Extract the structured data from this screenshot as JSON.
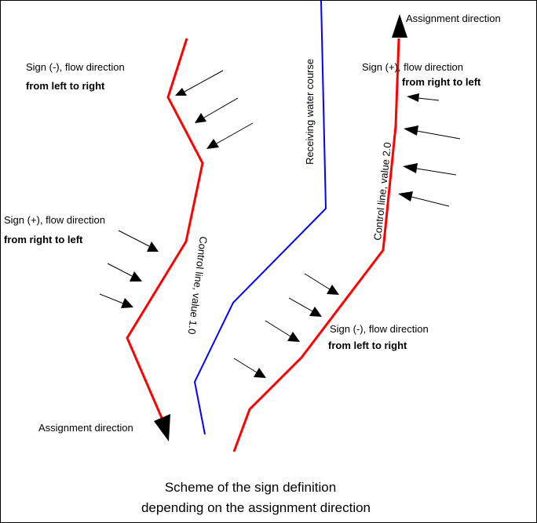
{
  "colors": {
    "control_line": "#ff0000",
    "water_course": "#0000ff",
    "arrows": "#000000"
  },
  "labels": {
    "assignment_top": "Assignment direction",
    "assignment_bottom": "Assignment direction",
    "sign_minus_left": "Sign (-), flow direction",
    "sign_minus_left_dir": "from left to right",
    "sign_plus_left": "Sign (+), flow direction",
    "sign_plus_left_dir": "from right to left",
    "sign_plus_right": "Sign (+), flow direction",
    "sign_plus_right_dir": "from right to left",
    "sign_minus_right": "Sign (-), flow direction",
    "sign_minus_right_dir": "from left to right",
    "control_line_1": "Control line, value 1.0",
    "control_line_2": "Control line, value 2.0",
    "water_course": "Receiving water course"
  },
  "caption": {
    "line1": "Scheme of the sign definition",
    "line2": "depending on the assignment direction"
  }
}
